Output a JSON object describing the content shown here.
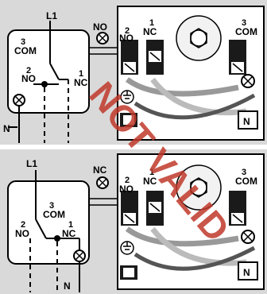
{
  "top": {
    "schematic": {
      "L1": "L1",
      "COM_num": "3",
      "COM": "COM",
      "NO_num": "2",
      "NO": "NO",
      "NC_num": "1",
      "NC": "NC",
      "N": "N"
    },
    "device": {
      "NO_outside": "NO",
      "NO_num": "2",
      "NO": "NO",
      "NC_num": "1",
      "NC": "NC",
      "COM_num": "3",
      "COM": "COM",
      "N": "N"
    }
  },
  "bottom": {
    "schematic": {
      "L1": "L1",
      "COM_num": "3",
      "COM": "COM",
      "NO_num": "2",
      "NO": "NO",
      "NC_num": "1",
      "NC": "NC",
      "N": "N"
    },
    "device": {
      "NC_outside": "NC",
      "NO_num": "2",
      "NO": "NO",
      "NC_num": "1",
      "NC": "NC",
      "COM_num": "3",
      "COM": "COM",
      "N": "N"
    }
  },
  "watermark": {
    "text": "NOT VALID"
  },
  "colors": {
    "panel_bg": "#d9d9d9",
    "watermark": "#c0392b",
    "line": "#000000"
  }
}
